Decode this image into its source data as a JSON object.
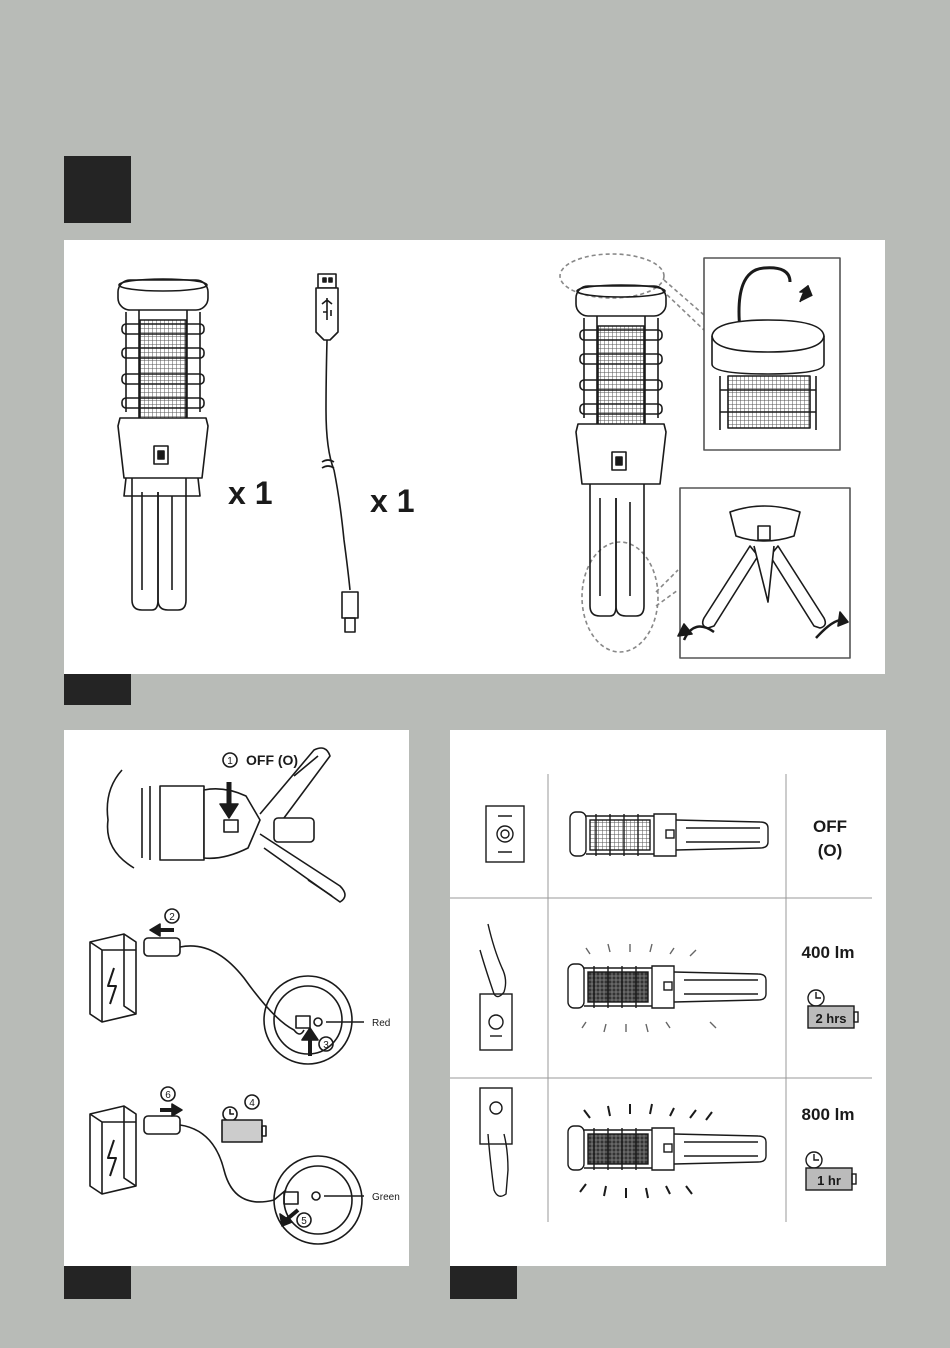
{
  "contents": {
    "lantern_qty": "x 1",
    "cable_qty": "x 1"
  },
  "charging": {
    "step1_num": "1",
    "step1_label": "OFF (O)",
    "step2_num": "2",
    "step3_num": "3",
    "step4_num": "4",
    "step5_num": "5",
    "step6_num": "6",
    "led_red": "Red",
    "led_green": "Green"
  },
  "modes": [
    {
      "line1": "OFF",
      "line2": "(O)"
    },
    {
      "lumens": "400 lm",
      "runtime": "2 hrs"
    },
    {
      "lumens": "800 lm",
      "runtime": "1 hr"
    }
  ],
  "colors": {
    "background": "#b8bbb7",
    "block": "#242424",
    "panel": "#ffffff",
    "ink": "#1a1a1a"
  }
}
